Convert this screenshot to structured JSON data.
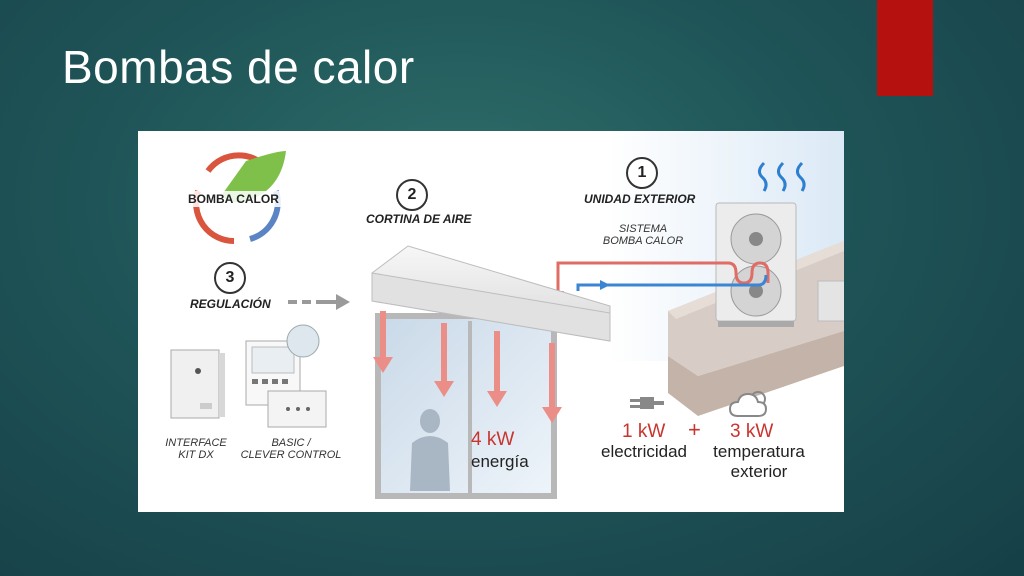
{
  "slide": {
    "title": "Bombas de calor"
  },
  "diagram": {
    "logo_text": "BOMBA CALOR",
    "steps": [
      {
        "number": "1",
        "label": "UNIDAD EXTERIOR"
      },
      {
        "number": "2",
        "label": "CORTINA DE AIRE"
      },
      {
        "number": "3",
        "label": "REGULACIÓN"
      }
    ],
    "system_label_line1": "SISTEMA",
    "system_label_line2": "BOMBA CALOR",
    "device_interface_line1": "INTERFACE",
    "device_interface_line2": "KIT DX",
    "device_control_line1": "BASIC /",
    "device_control_line2": "CLEVER CONTROL",
    "energy_value": "4 kW",
    "energy_label": "energía",
    "electricity_value": "1 kW",
    "electricity_label": "electricidad",
    "plus_sign": "+",
    "outdoor_value": "3 kW",
    "outdoor_label_line1": "temperatura",
    "outdoor_label_line2": "exterior",
    "colors": {
      "accent_red": "#b5120f",
      "arrow_red": "#e9807a",
      "pipe_blue": "#3a86d4",
      "text_red": "#c8352e"
    }
  }
}
